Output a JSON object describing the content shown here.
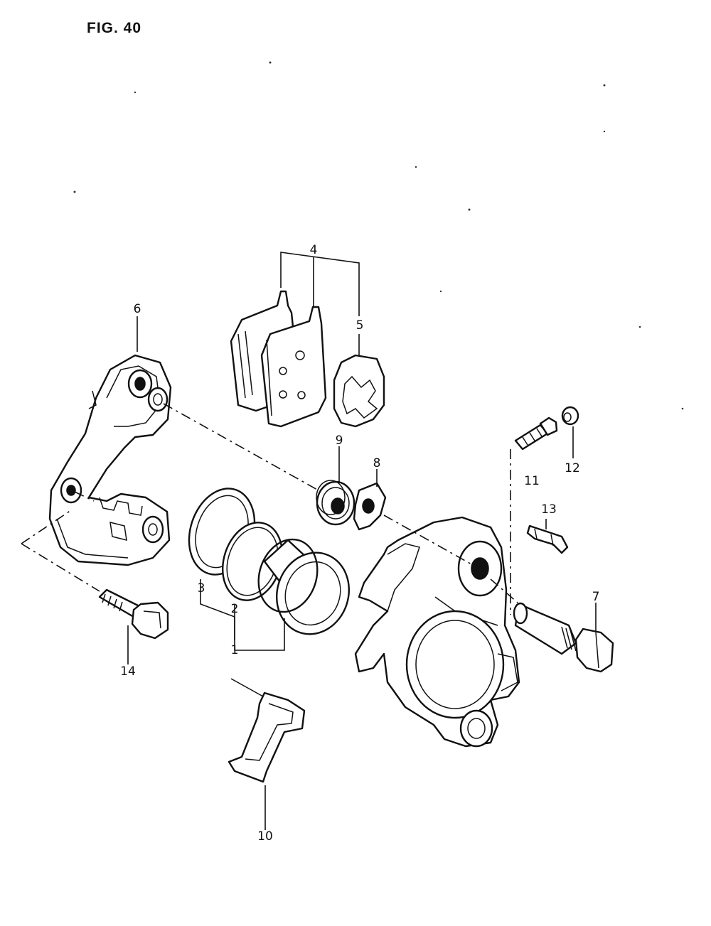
{
  "figure": {
    "title": "FIG. 40"
  },
  "parts": [
    {
      "id": "1",
      "label": "1",
      "icon": "brake-piston"
    },
    {
      "id": "2",
      "label": "2",
      "icon": "piston-seal"
    },
    {
      "id": "3",
      "label": "3",
      "icon": "dust-seal"
    },
    {
      "id": "4",
      "label": "4",
      "icon": "brake-pad-set"
    },
    {
      "id": "5",
      "label": "5",
      "icon": "pad-shim"
    },
    {
      "id": "6",
      "label": "6",
      "icon": "caliper-holder"
    },
    {
      "id": "7",
      "label": "7",
      "icon": "caliper-pin-bolt"
    },
    {
      "id": "8",
      "label": "8",
      "icon": "boot-retainer"
    },
    {
      "id": "9",
      "label": "9",
      "icon": "pin-boot"
    },
    {
      "id": "10",
      "label": "10",
      "icon": "pad-spring"
    },
    {
      "id": "11",
      "label": "11",
      "icon": "bleeder-valve"
    },
    {
      "id": "12",
      "label": "12",
      "icon": "bleeder-cap"
    },
    {
      "id": "13",
      "label": "13",
      "icon": "pad-clip"
    },
    {
      "id": "14",
      "label": "14",
      "icon": "mounting-bolt"
    }
  ]
}
